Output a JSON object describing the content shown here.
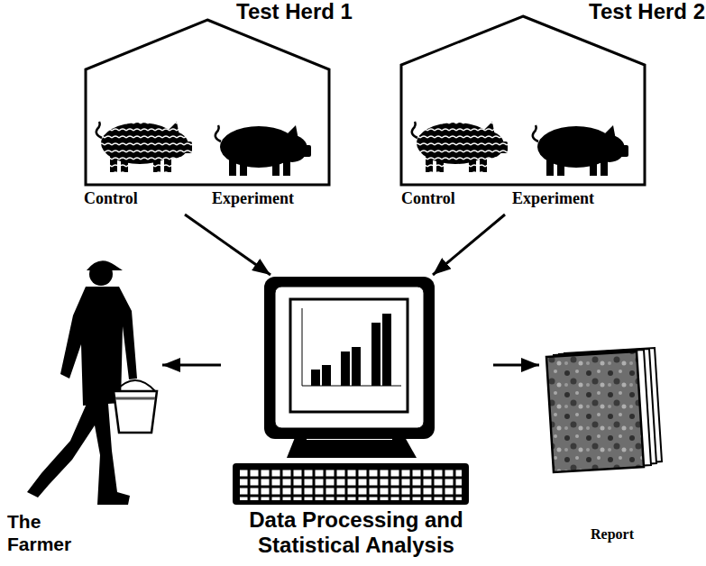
{
  "diagram": {
    "nodes": [
      {
        "text": [
          "Test Herd 1",
          "Control",
          "Experiment"
        ]
      },
      {
        "text": [
          "Test Herd 2",
          "Control",
          "Experiment"
        ]
      },
      {
        "text": [
          "The Farmer"
        ]
      },
      {
        "text": [
          "Data Processing and Statistical Analysis"
        ]
      },
      {
        "text": [
          "Report"
        ]
      }
    ],
    "edges": [
      {
        "from": 0,
        "to": 3,
        "arrow": "to"
      },
      {
        "from": 1,
        "to": 3,
        "arrow": "to"
      },
      {
        "from": 3,
        "to": 2,
        "arrow": "to"
      },
      {
        "from": 3,
        "to": 4,
        "arrow": "to"
      }
    ]
  }
}
